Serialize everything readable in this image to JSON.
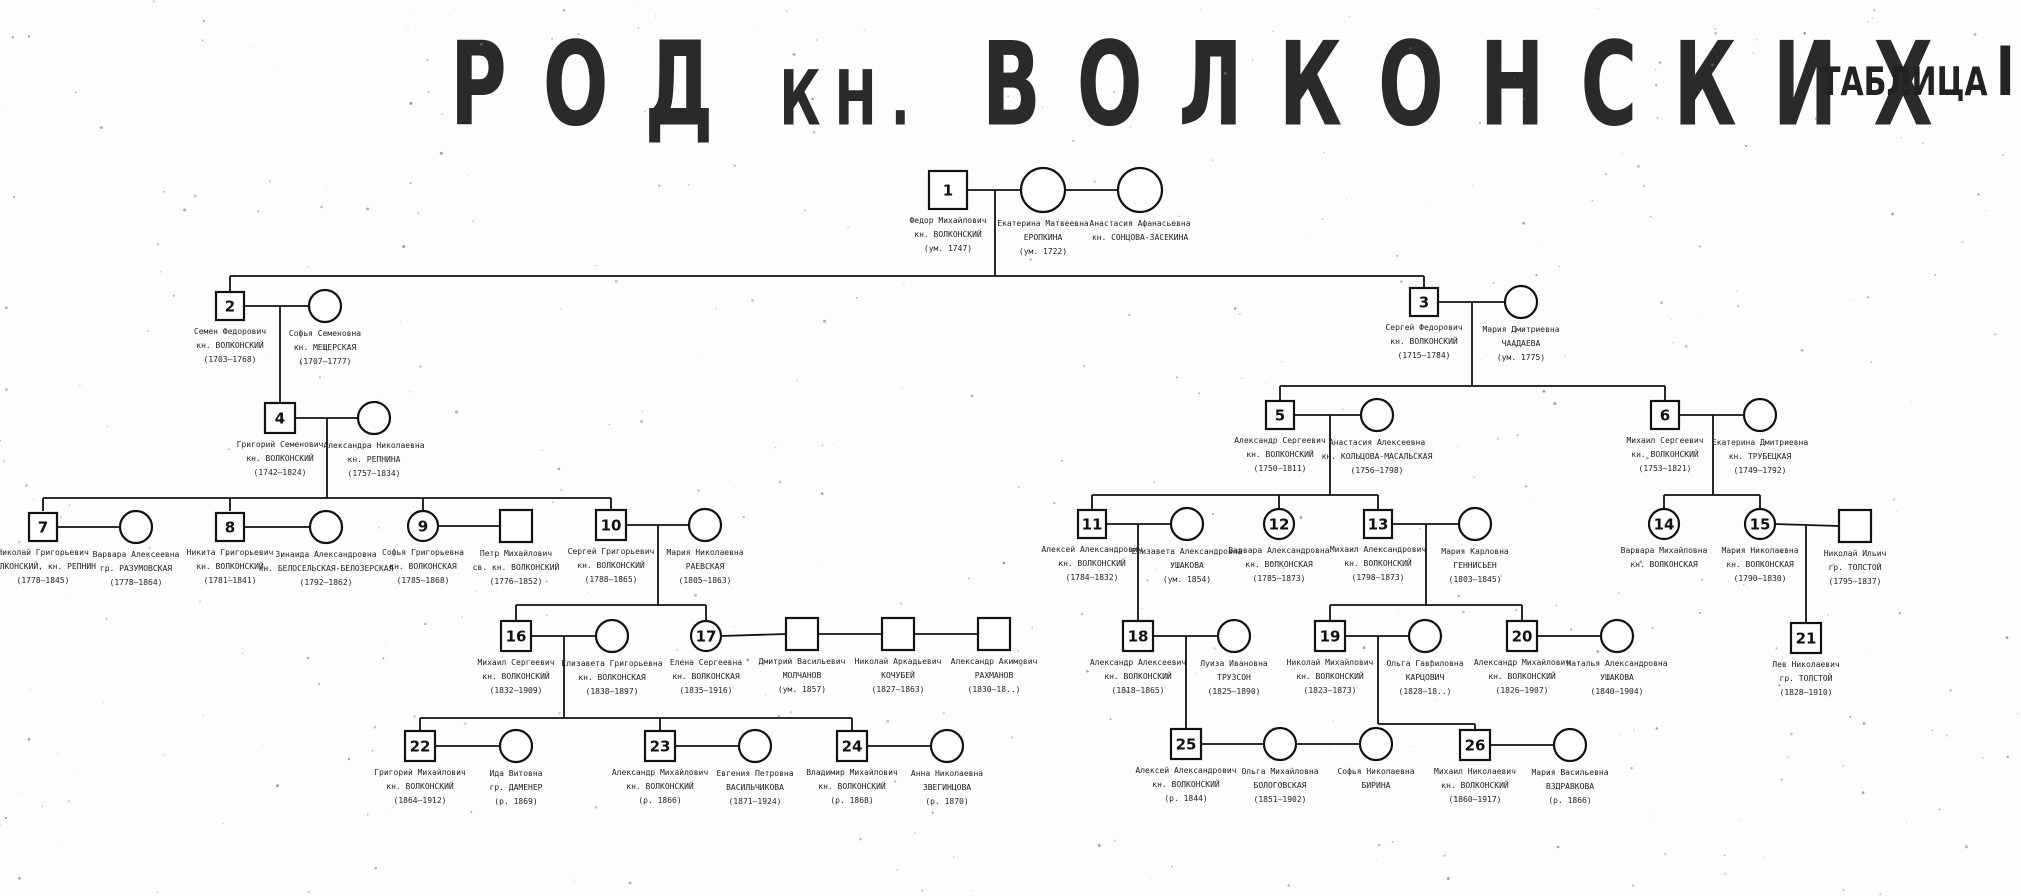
{
  "title": {
    "main": "РОД",
    "mid": "КН.",
    "family": "ВОЛКОНСКИХ"
  },
  "table_label": {
    "word": "ТАБЛИЦА",
    "number": "III"
  },
  "persons": [
    {
      "id": "p1",
      "num": "1",
      "sex": "m",
      "lines": [
        "Федор Михайлович",
        "кн. ВОЛКОНСКИЙ",
        "(ум. 1747)"
      ]
    },
    {
      "id": "p1w1",
      "num": "",
      "sex": "f",
      "lines": [
        "Екатерина Матвеевна",
        "ЕРОПКИНА",
        "(ум. 1722)"
      ]
    },
    {
      "id": "p1w2",
      "num": "",
      "sex": "f",
      "lines": [
        "Анастасия Афанасьевна",
        "кн. СОНЦОВА-ЗАСЕКИНА",
        ""
      ]
    },
    {
      "id": "p2",
      "num": "2",
      "sex": "m",
      "lines": [
        "Семен Федорович",
        "кн. ВОЛКОНСКИЙ",
        "(1703—1768)"
      ]
    },
    {
      "id": "p2w",
      "num": "",
      "sex": "f",
      "lines": [
        "Софья Семеновна",
        "кн. МЕЩЕРСКАЯ",
        "(1707—1777)"
      ]
    },
    {
      "id": "p3",
      "num": "3",
      "sex": "m",
      "lines": [
        "Сергей Федорович",
        "кн. ВОЛКОНСКИЙ",
        "(1715—1784)"
      ]
    },
    {
      "id": "p3w",
      "num": "",
      "sex": "f",
      "lines": [
        "Мария Дмитриевна",
        "ЧААДАЕВА",
        "(ум. 1775)"
      ]
    },
    {
      "id": "p4",
      "num": "4",
      "sex": "m",
      "lines": [
        "Григорий Семенович",
        "кн. ВОЛКОНСКИЙ",
        "(1742—1824)"
      ]
    },
    {
      "id": "p4w",
      "num": "",
      "sex": "f",
      "lines": [
        "Александра Николаевна",
        "кн. РЕПНИНА",
        "(1757—1834)"
      ]
    },
    {
      "id": "p5",
      "num": "5",
      "sex": "m",
      "lines": [
        "Александр Сергеевич",
        "кн. ВОЛКОНСКИЙ",
        "(1750—1811)"
      ]
    },
    {
      "id": "p5w",
      "num": "",
      "sex": "f",
      "lines": [
        "Анастасия Алексеевна",
        "кн. КОЛЬЦОВА-МАСАЛЬСКАЯ",
        "(1756—1798)"
      ]
    },
    {
      "id": "p6",
      "num": "6",
      "sex": "m",
      "lines": [
        "Михаил Сергеевич",
        "кн. ВОЛКОНСКИЙ",
        "(1753—1821)"
      ]
    },
    {
      "id": "p6w",
      "num": "",
      "sex": "f",
      "lines": [
        "Екатерина Дмитриевна",
        "кн. ТРУБЕЦКАЯ",
        "(1749—1792)"
      ]
    },
    {
      "id": "p7",
      "num": "7",
      "sex": "m",
      "lines": [
        "Николай Григорьевич",
        "ВОЛКОНСКИЙ, кн. РЕПНИН",
        "(1778—1845)"
      ]
    },
    {
      "id": "p7w",
      "num": "",
      "sex": "f",
      "lines": [
        "Варвара Алексеевна",
        "гр. РАЗУМОВСКАЯ",
        "(1778—1864)"
      ]
    },
    {
      "id": "p8",
      "num": "8",
      "sex": "m",
      "lines": [
        "Никита Григорьевич",
        "кн. ВОЛКОНСКИЙ",
        "(1781—1841)"
      ]
    },
    {
      "id": "p8w",
      "num": "",
      "sex": "f",
      "lines": [
        "Зинаида Александровна",
        "кн. БЕЛОСЕЛЬСКАЯ-БЕЛОЗЕРСКАЯ",
        "(1792—1862)"
      ]
    },
    {
      "id": "p9",
      "num": "9",
      "sex": "f",
      "lines": [
        "Софья Григорьевна",
        "кн. ВОЛКОНСКАЯ",
        "(1785—1868)"
      ]
    },
    {
      "id": "p9h",
      "num": "",
      "sex": "m",
      "lines": [
        "Петр Михайлович",
        "св. кн. ВОЛКОНСКИЙ",
        "(1776—1852)"
      ]
    },
    {
      "id": "p10",
      "num": "10",
      "sex": "m",
      "lines": [
        "Сергей Григорьевич",
        "кн. ВОЛКОНСКИЙ",
        "(1788—1865)"
      ]
    },
    {
      "id": "p10w",
      "num": "",
      "sex": "f",
      "lines": [
        "Мария Николаевна",
        "РАЕВСКАЯ",
        "(1805—1863)"
      ]
    },
    {
      "id": "p11",
      "num": "11",
      "sex": "m",
      "lines": [
        "Алексей Александрович",
        "кн. ВОЛКОНСКИЙ",
        "(1784—1832)"
      ]
    },
    {
      "id": "p11w",
      "num": "",
      "sex": "f",
      "lines": [
        "Елизавета Александровна",
        "УШАКОВА",
        "(ум. 1854)"
      ]
    },
    {
      "id": "p12",
      "num": "12",
      "sex": "f",
      "lines": [
        "Варвара Александровна",
        "кн. ВОЛКОНСКАЯ",
        "(1785—1873)"
      ]
    },
    {
      "id": "p13",
      "num": "13",
      "sex": "m",
      "lines": [
        "Михаил Александрович",
        "кн. ВОЛКОНСКИЙ",
        "(1798—1873)"
      ]
    },
    {
      "id": "p13w",
      "num": "",
      "sex": "f",
      "lines": [
        "Мария Карловна",
        "ГЕННИСЬЕН",
        "(1803—1845)"
      ]
    },
    {
      "id": "p14",
      "num": "14",
      "sex": "f",
      "lines": [
        "Варвара Михайловна",
        "кн. ВОЛКОНСКАЯ",
        ""
      ]
    },
    {
      "id": "p15",
      "num": "15",
      "sex": "f",
      "lines": [
        "Мария Николаевна",
        "кн. ВОЛКОНСКАЯ",
        "(1790—1830)"
      ]
    },
    {
      "id": "p15h",
      "num": "",
      "sex": "m",
      "lines": [
        "Николай Ильич",
        "гр. ТОЛСТОЙ",
        "(1795—1837)"
      ]
    },
    {
      "id": "p16",
      "num": "16",
      "sex": "m",
      "lines": [
        "Михаил Сергеевич",
        "кн. ВОЛКОНСКИЙ",
        "(1832—1909)"
      ]
    },
    {
      "id": "p16w",
      "num": "",
      "sex": "f",
      "lines": [
        "Елизавета Григорьевна",
        "кн. ВОЛКОНСКАЯ",
        "(1838—1897)"
      ]
    },
    {
      "id": "p17",
      "num": "17",
      "sex": "f",
      "lines": [
        "Елена Сергеевна",
        "кн. ВОЛКОНСКАЯ",
        "(1835—1916)"
      ]
    },
    {
      "id": "p17h1",
      "num": "",
      "sex": "m",
      "lines": [
        "Дмитрий Васильевич",
        "МОЛЧАНОВ",
        "(ум. 1857)"
      ]
    },
    {
      "id": "p17h2",
      "num": "",
      "sex": "m",
      "lines": [
        "Николай Аркадьевич",
        "КОЧУБЕЙ",
        "(1827—1863)"
      ]
    },
    {
      "id": "p17h3",
      "num": "",
      "sex": "m",
      "lines": [
        "Александр Акимович",
        "РАХМАНОВ",
        "(1830—18..)"
      ]
    },
    {
      "id": "p18",
      "num": "18",
      "sex": "m",
      "lines": [
        "Александр Алексеевич",
        "кн. ВОЛКОНСКИЙ",
        "(1818—1865)"
      ]
    },
    {
      "id": "p18w",
      "num": "",
      "sex": "f",
      "lines": [
        "Луиза Ивановна",
        "ТРУЗСОН",
        "(1825—1890)"
      ]
    },
    {
      "id": "p19",
      "num": "19",
      "sex": "m",
      "lines": [
        "Николай Михайлович",
        "кн. ВОЛКОНСКИЙ",
        "(1823—1873)"
      ]
    },
    {
      "id": "p19w",
      "num": "",
      "sex": "f",
      "lines": [
        "Ольга Гавриловна",
        "КАРЦОВИЧ",
        "(1828—18..)"
      ]
    },
    {
      "id": "p20",
      "num": "20",
      "sex": "m",
      "lines": [
        "Александр Михайлович",
        "кн. ВОЛКОНСКИЙ",
        "(1826—1907)"
      ]
    },
    {
      "id": "p20w",
      "num": "",
      "sex": "f",
      "lines": [
        "Наталья Александровна",
        "УШАКОВА",
        "(1840—1904)"
      ]
    },
    {
      "id": "p21",
      "num": "21",
      "sex": "m",
      "lines": [
        "Лев Николаевич",
        "гр. ТОЛСТОЙ",
        "(1828—1910)"
      ]
    },
    {
      "id": "p22",
      "num": "22",
      "sex": "m",
      "lines": [
        "Григорий Михайлович",
        "кн. ВОЛКОНСКИЙ",
        "(1864—1912)"
      ]
    },
    {
      "id": "p22w",
      "num": "",
      "sex": "f",
      "lines": [
        "Ида Витовна",
        "гр. ДАМЕНЕР",
        "(р. 1869)"
      ]
    },
    {
      "id": "p23",
      "num": "23",
      "sex": "m",
      "lines": [
        "Александр Михайлович",
        "кн. ВОЛКОНСКИЙ",
        "(р. 1866)"
      ]
    },
    {
      "id": "p23w",
      "num": "",
      "sex": "f",
      "lines": [
        "Евгения Петровна",
        "ВАСИЛЬЧИКОВА",
        "(1871—1924)"
      ]
    },
    {
      "id": "p24",
      "num": "24",
      "sex": "m",
      "lines": [
        "Владимир Михайлович",
        "кн. ВОЛКОНСКИЙ",
        "(р. 1868)"
      ]
    },
    {
      "id": "p24w",
      "num": "",
      "sex": "f",
      "lines": [
        "Анна Николаевна",
        "ЗВЕГИНЦОВА",
        "(р. 1870)"
      ]
    },
    {
      "id": "p25",
      "num": "25",
      "sex": "m",
      "lines": [
        "Алексей Александрович",
        "кн. ВОЛКОНСКИЙ",
        "(р. 1844)"
      ]
    },
    {
      "id": "p25w1",
      "num": "",
      "sex": "f",
      "lines": [
        "Ольга Михайловна",
        "БОЛОГОВСКАЯ",
        "(1851—1902)"
      ]
    },
    {
      "id": "p25w2",
      "num": "",
      "sex": "f",
      "lines": [
        "Софья Николаевна",
        "БИРИНА",
        ""
      ]
    },
    {
      "id": "p26",
      "num": "26",
      "sex": "m",
      "lines": [
        "Михаил Николаевич",
        "кн. ВОЛКОНСКИЙ",
        "(1860—1917)"
      ]
    },
    {
      "id": "p26w",
      "num": "",
      "sex": "f",
      "lines": [
        "Мария Васильевна",
        "ВЗДРАВКОВА",
        "(р. 1866)"
      ]
    }
  ]
}
